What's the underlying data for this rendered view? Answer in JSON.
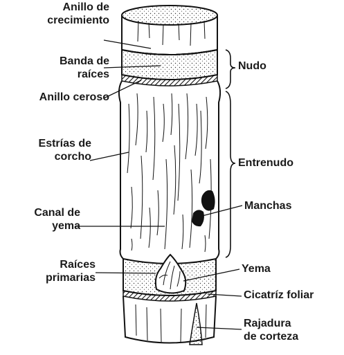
{
  "labels": {
    "anillo_crecimiento": [
      "Anillo de",
      "crecimiento"
    ],
    "banda_raices": [
      "Banda de",
      "raíces"
    ],
    "anillo_ceroso": "Anillo ceroso",
    "estrias_corcho": [
      "Estrías de",
      "corcho"
    ],
    "canal_yema": [
      "Canal de",
      "yema"
    ],
    "raices_primarias": [
      "Raíces",
      "primarias"
    ],
    "nudo": "Nudo",
    "entrenudo": "Entrenudo",
    "manchas": "Manchas",
    "yema": "Yema",
    "cicatriz_foliar": "Cicatríz foliar",
    "rajadura_corteza": [
      "Rajadura",
      "de corteza"
    ]
  },
  "colors": {
    "ink": "#1a1a1a",
    "background": "#ffffff"
  }
}
